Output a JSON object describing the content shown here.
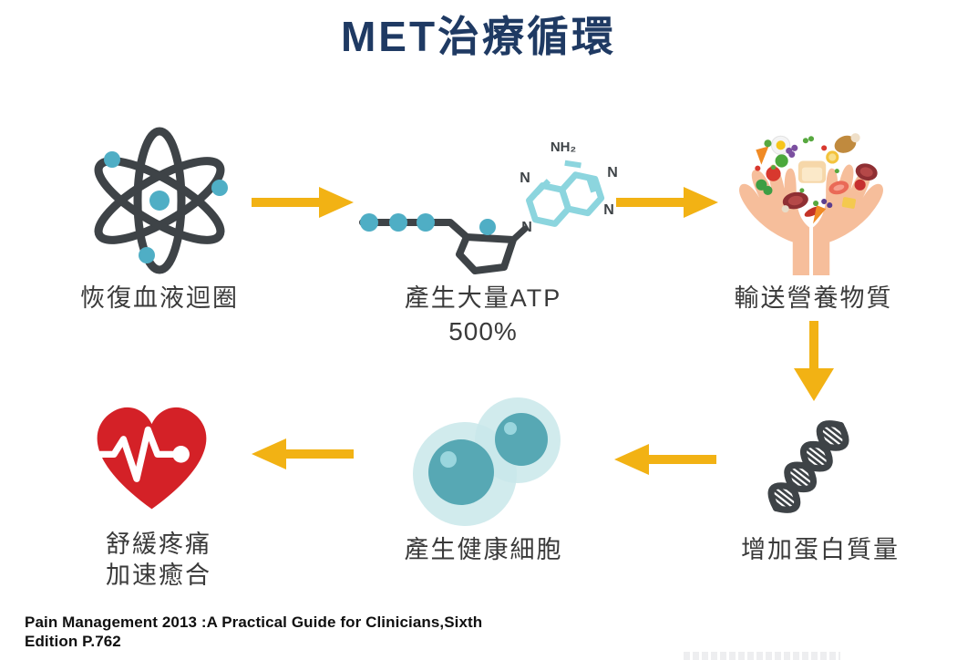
{
  "title": "MET治療循環",
  "steps": [
    {
      "id": "restore-circulation",
      "label": "恢復血液迴圈",
      "icon": "atom-icon"
    },
    {
      "id": "produce-atp",
      "label": "產生大量ATP",
      "sublabel": "500%",
      "icon": "atp-molecule-icon"
    },
    {
      "id": "deliver-nutrients",
      "label": "輸送營養物質",
      "icon": "hands-heart-food-icon"
    },
    {
      "id": "increase-protein",
      "label": "增加蛋白質量",
      "icon": "dna-icon"
    },
    {
      "id": "healthy-cells",
      "label": "產生健康細胞",
      "icon": "cells-icon"
    },
    {
      "id": "relieve-pain",
      "label": "舒緩疼痛",
      "label_line2": "加速癒合",
      "icon": "heart-ekg-icon"
    }
  ],
  "flow_arrows": [
    {
      "from": "恢復血液迴圈",
      "to": "產生大量ATP",
      "direction": "right"
    },
    {
      "from": "產生大量ATP",
      "to": "輸送營養物質",
      "direction": "right"
    },
    {
      "from": "輸送營養物質",
      "to": "增加蛋白質量",
      "direction": "down"
    },
    {
      "from": "增加蛋白質量",
      "to": "產生健康細胞",
      "direction": "left"
    },
    {
      "from": "產生健康細胞",
      "to": "舒緩疼痛 加速癒合",
      "direction": "left"
    }
  ],
  "molecule": {
    "nh2": "NH₂",
    "n": [
      "N",
      "N",
      "N",
      "N"
    ]
  },
  "citation": {
    "line1": "Pain Management 2013 :A Practical Guide for Clinicians,Sixth",
    "line2": "Edition P.762"
  },
  "colors": {
    "title_navy": "#1F3A63",
    "arrow_yellow": "#F2B214",
    "icon_charcoal": "#3E4347",
    "teal": "#4FAEC5",
    "light_teal_ring": "#8CD5DE",
    "cell_outer": "#C9E7EA",
    "cell_nucleus": "#57A8B4",
    "heart_red": "#D42127",
    "hand_skin": "#F6BE9B",
    "label_gray": "#3A3A3A"
  }
}
